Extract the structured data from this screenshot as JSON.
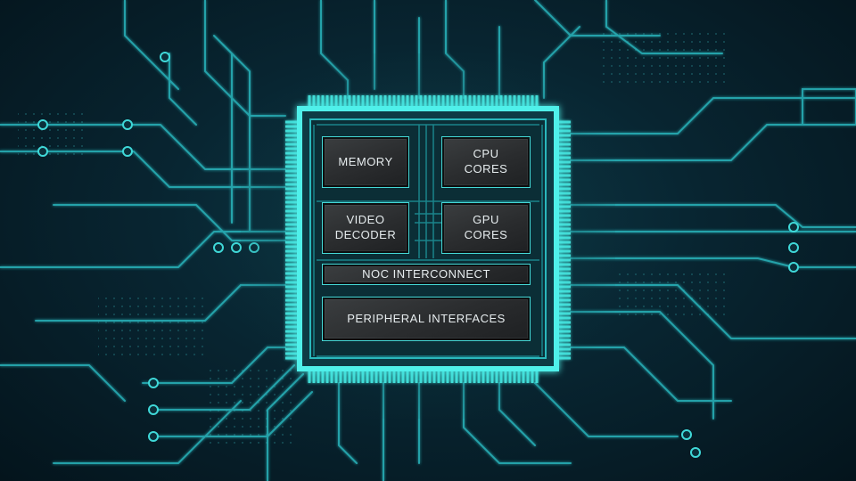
{
  "soc": {
    "memory_label": "MEMORY",
    "cpu_label": "CPU\nCORES",
    "video_label": "VIDEO\nDECODER",
    "gpu_label": "GPU\nCORES",
    "noc_label": "NOC INTERCONNECT",
    "peripheral_label": "PERIPHERAL INTERFACES"
  },
  "colors": {
    "background": "#082531",
    "trace": "#2fc4c8",
    "glow": "#5ff5f0",
    "block": "#2e3133"
  }
}
